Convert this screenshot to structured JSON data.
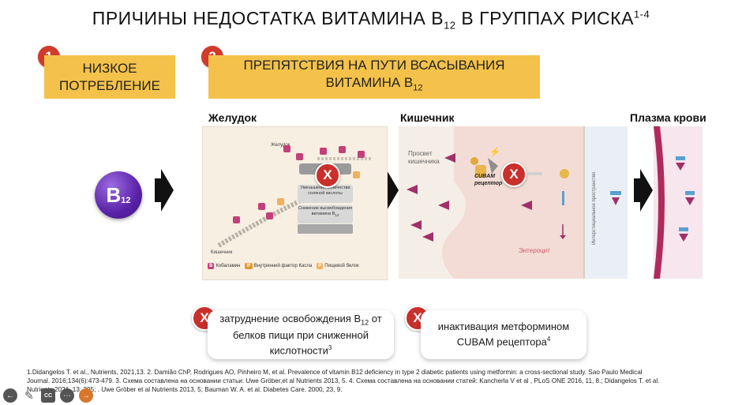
{
  "title": {
    "main": "ПРИЧИНЫ НЕДОСТАТКА ВИТАМИНА B",
    "sub": "12",
    "rest": " В ГРУППАХ РИСКА",
    "sup": "1-4"
  },
  "steps": [
    {
      "number": "1",
      "line1": "НИЗКОЕ",
      "line2": "ПОТРЕБЛЕНИЕ"
    },
    {
      "number": "2",
      "line1": "ПРЕПЯТСТВИЯ НА ПУТИ ВСАСЫВАНИЯ",
      "line2": "ВИТАМИНА B",
      "line2_sub": "12"
    }
  ],
  "b12_badge": {
    "letter": "B",
    "sub": "12"
  },
  "sections": {
    "stomach": "Желудок",
    "intestine": "Кишечник",
    "plasma": "Плазма крови"
  },
  "stomach_panel": {
    "label_stomach": "Желудок",
    "label_intestine": "Кишечник",
    "box1": "Уменьшение количества соляной кислоты",
    "box2": "Снижение высвобождения витамина B",
    "box2_sub": "12",
    "x": "X",
    "legend": [
      {
        "icon": "B",
        "icon_sub": "12",
        "label": "Кобаламин",
        "color": "#c2407a"
      },
      {
        "icon": "IF",
        "label": "Внутренний фактор Касла",
        "color": "#e39a2c"
      },
      {
        "icon": "P",
        "label": "Пищевой белок",
        "color": "#f1b15a"
      }
    ]
  },
  "intestine_panel": {
    "lumen_label_1": "Просвет",
    "lumen_label_2": "кишечника",
    "receptor_1": "CUBAM",
    "receptor_2": "рецептор",
    "enterocyte": "Энтероцит",
    "interstitial": "Интерстициальное пространство",
    "x": "X"
  },
  "cards": [
    {
      "x": "X",
      "line1_pre": "затруднение освобождения B",
      "line1_sub": "12",
      "line1_post": " от",
      "line2": "белков пищи при сниженной",
      "line3": "кислотности",
      "line3_sup": "3"
    },
    {
      "x": "X",
      "line1": "инактивация метформином",
      "line2": "CUBAM рецептора",
      "line2_sup": "4"
    }
  ],
  "references": {
    "line1": "1.Didangelos T. et al., Nutrients, 2021,13. 2. Damião ChP, Rodrigues AO, Pinheiro M, et al. Prevalence of vitamin B12 deficiency in type 2 diabetic patients using metformin: a cross-sectional study. Sao Paulo Medical",
    "line2": "Journal. 2016;134(6):473-479. 3. Схема составлена на основании статьи: Uwe Gröber,et al Nutrients 2013, 5. 4. Схема составлена на основании статей: Kancherla V et al , PLoS ONE 2016, 11, 8.; Didangelos T. et al.",
    "line3": "Nutrients 2021, 13, 395; . Uwe Gröber et al  Nutrients 2013, 5;  Bauman W. A. et al. Diabetes Care. 2000, 23, 9."
  },
  "colors": {
    "banner": "#f4c24a",
    "badge_red": "#d23a2a",
    "b12_purple": "#6a2fb8",
    "cobalamin": "#a0306a"
  },
  "player_controls": [
    "back-icon",
    "pen-icon",
    "cc-icon",
    "more-icon",
    "next-icon"
  ]
}
